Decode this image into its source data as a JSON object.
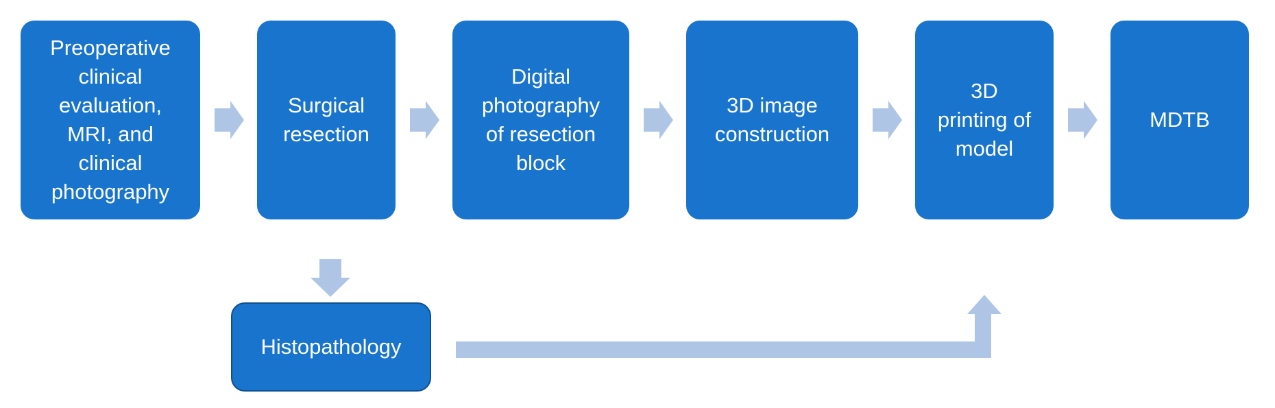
{
  "diagram": {
    "steps": [
      {
        "id": "preop",
        "label": "Preoperative\nclinical\nevaluation,\nMRI, and\nclinical\nphotography"
      },
      {
        "id": "resection",
        "label": "Surgical\nresection"
      },
      {
        "id": "digital_photo",
        "label": "Digital\nphotography\nof resection\nblock"
      },
      {
        "id": "image_construction",
        "label": "3D image\nconstruction"
      },
      {
        "id": "printing",
        "label": "3D\nprinting of\nmodel"
      },
      {
        "id": "mdtb",
        "label": "MDTB"
      }
    ],
    "branch": {
      "id": "histopathology",
      "label": "Histopathology"
    },
    "colors": {
      "box_fill": "#1874CD",
      "box_text": "#FFFFFF",
      "arrow_fill": "#AFC5E6"
    },
    "connectors": [
      {
        "from": "preop",
        "to": "resection",
        "icon": "arrow-right-icon"
      },
      {
        "from": "resection",
        "to": "digital_photo",
        "icon": "arrow-right-icon"
      },
      {
        "from": "digital_photo",
        "to": "image_construction",
        "icon": "arrow-right-icon"
      },
      {
        "from": "image_construction",
        "to": "printing",
        "icon": "arrow-right-icon"
      },
      {
        "from": "printing",
        "to": "mdtb",
        "icon": "arrow-right-icon"
      },
      {
        "from": "resection",
        "to": "histopathology",
        "icon": "arrow-down-icon"
      },
      {
        "from": "histopathology",
        "to": "printing",
        "icon": "elbow-arrow-up-icon"
      }
    ]
  }
}
